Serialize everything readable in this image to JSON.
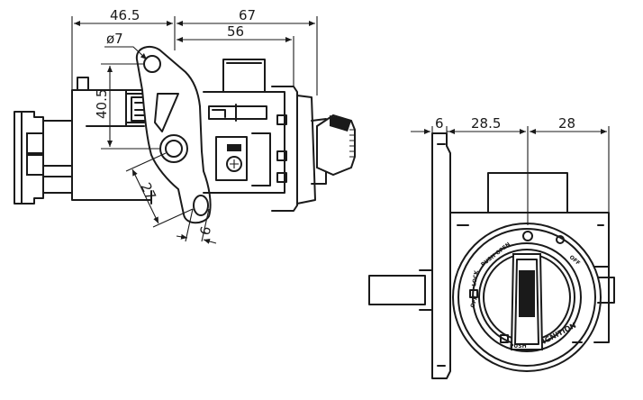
{
  "left_view": {
    "dims": {
      "d46_5": "46.5",
      "d67": "67",
      "d56": "56",
      "dia7": "ø7",
      "d40_5": "40.5",
      "d27": "27",
      "d6_left": "6"
    }
  },
  "right_view": {
    "dims": {
      "d6_right": "6",
      "d28_5": "28.5",
      "d28": "28"
    },
    "switch_labels": {
      "ignition": "IGNITION",
      "push_open": "PUSH OPEN",
      "push": "PUSH",
      "off": "OFF",
      "lock": "LOCK",
      "off_alt": "OFF"
    }
  }
}
